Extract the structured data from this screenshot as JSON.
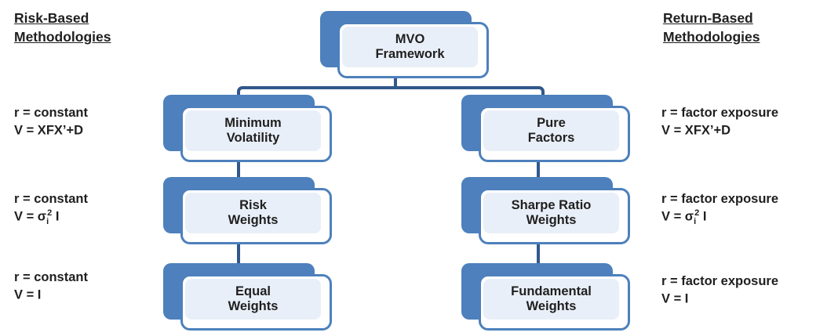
{
  "colors": {
    "accent": "#4d80bc",
    "connector": "#31588c",
    "panel": "#e9eff8",
    "text": "#1f1f1f"
  },
  "headings": {
    "left": {
      "line1": "Risk-Based",
      "line2": "Methodologies"
    },
    "right": {
      "line1": "Return-Based",
      "line2": "Methodologies"
    }
  },
  "nodes": {
    "root": {
      "line1": "MVO",
      "line2": "Framework"
    },
    "left": [
      {
        "line1": "Minimum",
        "line2": "Volatility"
      },
      {
        "line1": "Risk",
        "line2": "Weights"
      },
      {
        "line1": "Equal",
        "line2": "Weights"
      }
    ],
    "right": [
      {
        "line1": "Pure",
        "line2": "Factors"
      },
      {
        "line1": "Sharpe Ratio",
        "line2": "Weights"
      },
      {
        "line1": "Fundamental",
        "line2": "Weights"
      }
    ]
  },
  "annotations": {
    "left": [
      {
        "r": "r = constant",
        "v_pre": "V = XFX’+D",
        "v_sub": "",
        "v_sup": "",
        "v_post": ""
      },
      {
        "r": "r = constant",
        "v_pre": "V = σ",
        "v_sub": "i",
        "v_sup": "2",
        "v_post": " I"
      },
      {
        "r": "r = constant",
        "v_pre": "V = I",
        "v_sub": "",
        "v_sup": "",
        "v_post": ""
      }
    ],
    "right": [
      {
        "r": "r = factor exposure",
        "v_pre": "V = XFX’+D",
        "v_sub": "",
        "v_sup": "",
        "v_post": ""
      },
      {
        "r": "r = factor exposure",
        "v_pre": "V = σ",
        "v_sub": "i",
        "v_sup": "2",
        "v_post": " I"
      },
      {
        "r": "r = factor exposure",
        "v_pre": "V = I",
        "v_sub": "",
        "v_sup": "",
        "v_post": ""
      }
    ]
  }
}
